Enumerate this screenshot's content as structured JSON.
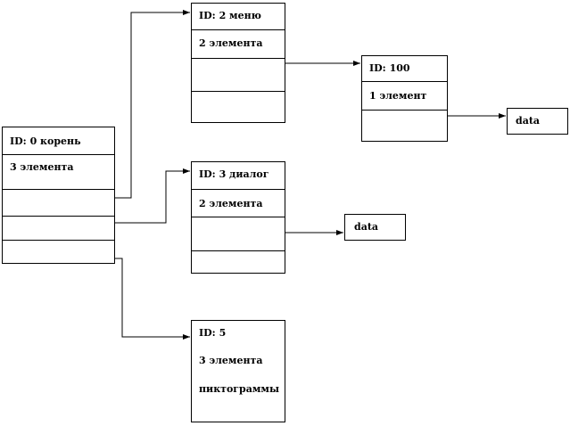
{
  "nodes": {
    "root": {
      "id_label": "ID: 0 корень",
      "count_label": "3 элемента"
    },
    "menu": {
      "id_label": "ID: 2 меню",
      "count_label": "2 элемента"
    },
    "n100": {
      "id_label": "ID: 100",
      "count_label": "1 элемент"
    },
    "dialog": {
      "id_label": "ID: 3 диалог",
      "count_label": "2 элемента"
    },
    "icons": {
      "id_label": "ID: 5",
      "count_label": "3 элемента",
      "type_label": "пиктограммы"
    },
    "data_a": {
      "label": "data"
    },
    "data_b": {
      "label": "data"
    }
  }
}
